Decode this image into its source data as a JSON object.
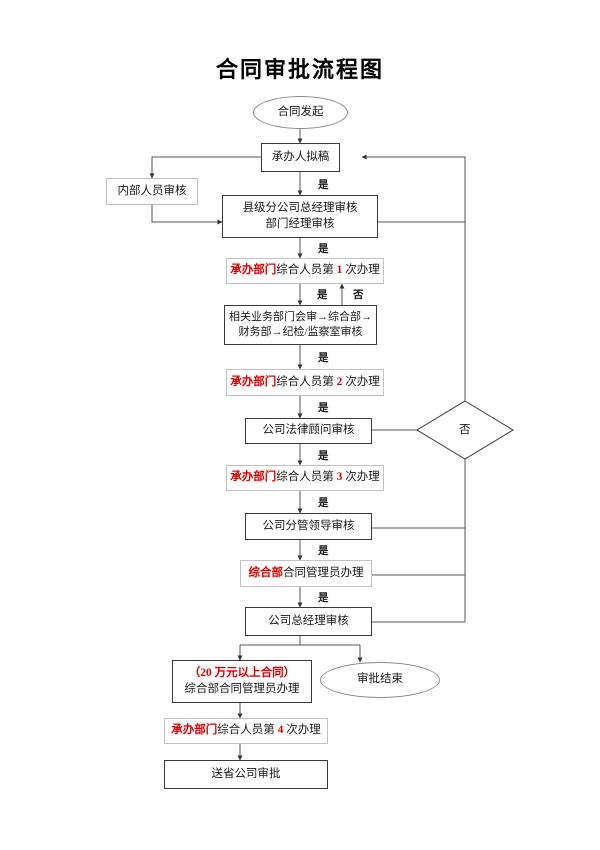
{
  "document": {
    "title": "合同审批流程图"
  },
  "nodes": {
    "start": {
      "label": "合同发起",
      "shape": "ellipse"
    },
    "draft": {
      "label": "承办人拟稿",
      "shape": "box"
    },
    "internal_review": {
      "label": "内部人员审核",
      "shape": "box"
    },
    "county_manager": {
      "line1": "县级分公司总经理审核",
      "line2": "部门经理审核",
      "shape": "box"
    },
    "handle_1": {
      "prefix": "承办部门",
      "mid": "综合人员第 ",
      "num": "1",
      "suffix": " 次办理",
      "shape": "box"
    },
    "joint_review": {
      "line1": "相关业务部门会审→综合部→",
      "line2": "财务部→纪检/监察室审核",
      "shape": "box"
    },
    "handle_2": {
      "prefix": "承办部门",
      "mid": "综合人员第 ",
      "num": "2",
      "suffix": " 次办理",
      "shape": "box"
    },
    "legal_counsel": {
      "label": "公司法律顾问审核",
      "shape": "box"
    },
    "handle_3": {
      "prefix": "承办部门",
      "mid": "综合人员第 ",
      "num": "3",
      "suffix": " 次办理",
      "shape": "box"
    },
    "deputy_leader": {
      "label": "公司分管领导审核",
      "shape": "box"
    },
    "comprehensive_dept": {
      "prefix": "综合部",
      "suffix": "合同管理员办理",
      "shape": "box"
    },
    "general_manager": {
      "label": "公司总经理审核",
      "shape": "box"
    },
    "large_contract": {
      "line1": "（20 万元以上合同）",
      "line2": "综合部合同管理员办理",
      "shape": "box"
    },
    "approval_end": {
      "label": "审批结束",
      "shape": "ellipse"
    },
    "handle_4": {
      "prefix": "承办部门",
      "mid": "综合人员第 ",
      "num": "4",
      "suffix": " 次办理",
      "shape": "box"
    },
    "send_province": {
      "label": "送省公司审批",
      "shape": "box"
    },
    "decision": {
      "label": "否",
      "shape": "diamond"
    }
  },
  "edge_labels": {
    "yes_1": "是",
    "yes_2": "是",
    "yes_3": "是",
    "no_1": "否",
    "yes_4": "是",
    "yes_5": "是",
    "yes_6": "是",
    "yes_7": "是",
    "yes_8": "是",
    "yes_9": "是"
  },
  "colors": {
    "accent_red": "#dd0000",
    "box_border_dark": "#3a3a3a",
    "box_border_light": "#c3c3c3",
    "ellipse_border": "#8a8a8a",
    "connector": "#555555",
    "background": "#ffffff"
  }
}
